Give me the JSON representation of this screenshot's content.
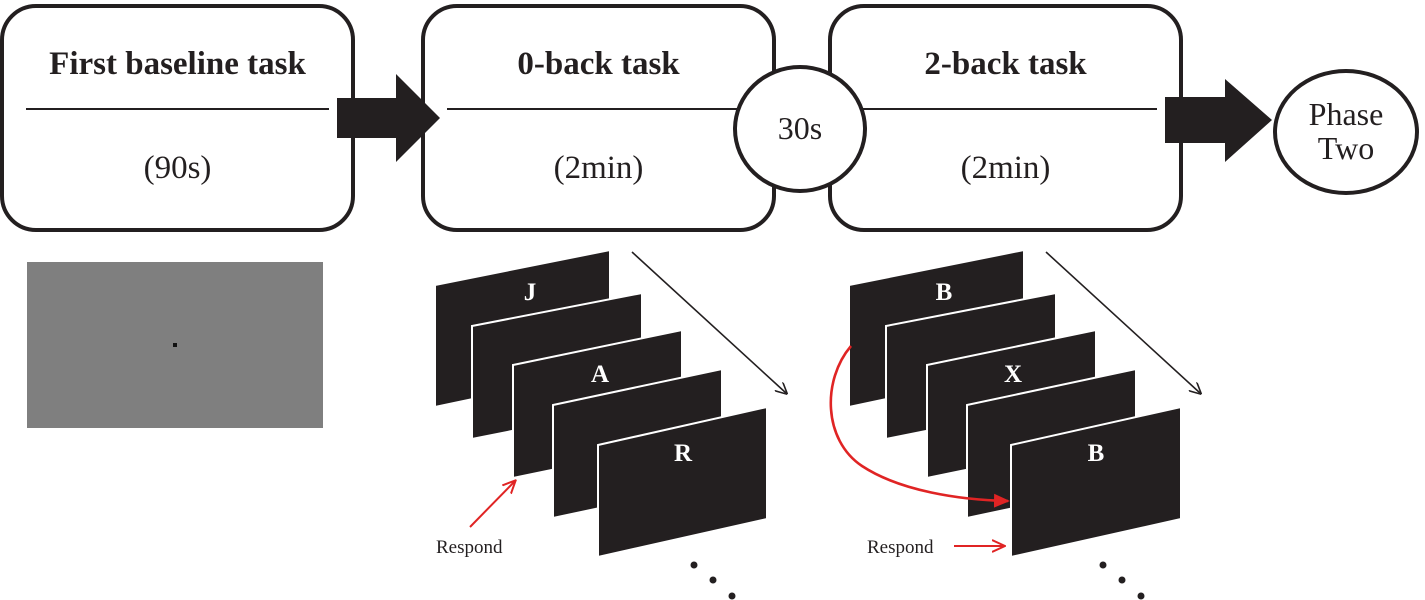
{
  "tasks": [
    {
      "title": "First baseline task",
      "duration": "(90s)"
    },
    {
      "title": "0-back task",
      "duration": "(2min)"
    },
    {
      "title": "2-back task",
      "duration": "(2min)"
    }
  ],
  "break_label": "30s",
  "phase_two": {
    "line1": "Phase",
    "line2": "Two"
  },
  "zero_back": {
    "letters": [
      "J",
      "",
      "A",
      "",
      "R"
    ],
    "respond_label": "Respond"
  },
  "two_back": {
    "letters": [
      "B",
      "",
      "X",
      "",
      "B"
    ],
    "respond_label": "Respond"
  },
  "colors": {
    "ink": "#231f20",
    "card": "#231f20",
    "baseline_screen": "#7f7f7f",
    "response_arrow": "#e02424"
  }
}
